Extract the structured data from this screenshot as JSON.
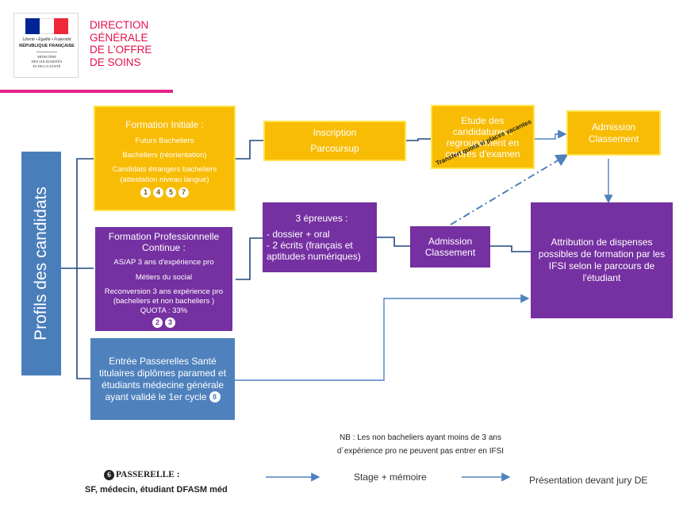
{
  "header": {
    "motto": "Liberté • Égalité • Fraternité",
    "republic": "RÉPUBLIQUE FRANÇAISE",
    "ministry": "MINISTÈRE\nDES SOLIDARITÉS\nET DE LA SANTÉ",
    "org_lines": [
      "DIRECTION",
      "GÉNÉRALE",
      "DE L'OFFRE",
      "DE SOINS"
    ],
    "flag_colors": [
      "#002395",
      "#ffffff",
      "#ed2939"
    ],
    "accent_color": "#e4238a"
  },
  "profils": {
    "label": "Profils des candidats",
    "color": "#4a7ebb"
  },
  "formation_initiale": {
    "title": "Formation Initiale :",
    "lines": [
      "Futurs Bacheliers",
      "Bacheliers (réorientation)",
      "Candidats étrangers bacheliers (attestation niveau langue)"
    ],
    "badges": [
      "1",
      "4",
      "5",
      "7"
    ],
    "color": "#f8bc04"
  },
  "inscription": {
    "lines": [
      "Inscription",
      "Parcoursup"
    ]
  },
  "etude": {
    "text": "Etude des candidatures : regroupement en centres d'examen"
  },
  "admission_top": {
    "lines": [
      "Admission",
      "Classement"
    ]
  },
  "formation_pro": {
    "title": "Formation Professionnelle Continue :",
    "lines": [
      "AS/AP   3 ans d'expérience pro",
      "Métiers du social",
      "Reconversion 3 ans  expérience pro (bacheliers et non bacheliers )",
      "QUOTA : 33%"
    ],
    "badges": [
      "2",
      "3"
    ],
    "color": "#7530a1"
  },
  "epreuves": {
    "title": "3 épreuves :",
    "lines": [
      "- dossier + oral",
      "- 2 écrits (français et aptitudes numériques)"
    ]
  },
  "admission_mid": {
    "lines": [
      "Admission",
      "Classement"
    ]
  },
  "attribution": {
    "text": "Attribution de dispenses possibles de formation par les IFSI selon le parcours de l'étudiant"
  },
  "transfert": {
    "text": "Transfert quota si places vacantes"
  },
  "passerelles": {
    "text": "Entrée Passerelles Santé titulaires diplômes paramed et étudiants médecine générale ayant validé le 1er cycle",
    "badge": "8",
    "color": "#4f81bd"
  },
  "nb": {
    "lines": [
      "NB : Les non bacheliers ayant moins de 3 ans",
      "d´expérience pro ne peuvent pas entrer en IFSI"
    ]
  },
  "passerelle_bottom": {
    "badge": "6",
    "title": "PASSERELLE :",
    "subtitle": "SF, médecin, étudiant DFASM méd",
    "stage": "Stage + mémoire",
    "presentation": "Présentation devant jury DE"
  }
}
